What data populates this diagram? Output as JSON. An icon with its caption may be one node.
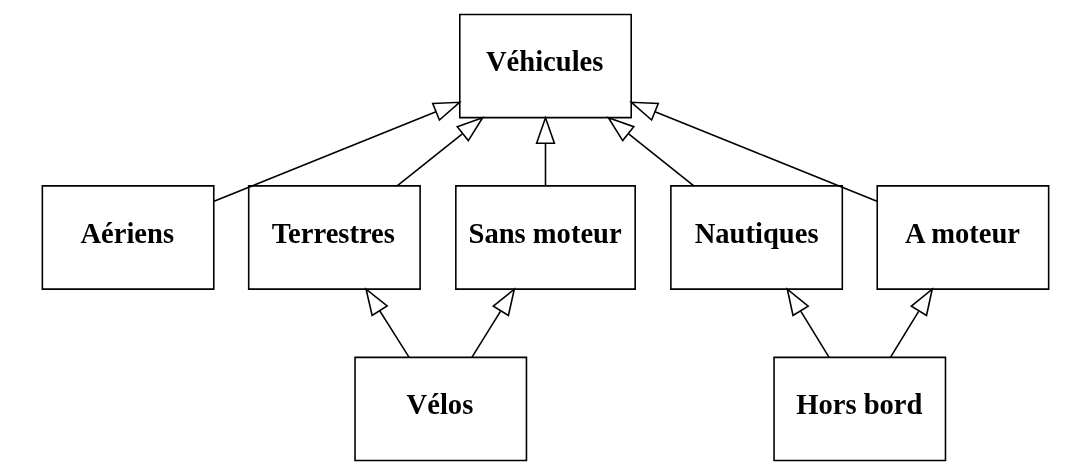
{
  "diagram": {
    "nodes": [
      {
        "text": [
          "Véhicules"
        ]
      },
      {
        "text": [
          "Aériens"
        ]
      },
      {
        "text": [
          "Terrestres"
        ]
      },
      {
        "text": [
          "Nautiques"
        ]
      },
      {
        "text": [
          "A moteur"
        ]
      },
      {
        "text": [
          "Sans moteur"
        ]
      },
      {
        "text": [
          "Vélos"
        ]
      },
      {
        "text": [
          "Hors bord"
        ]
      }
    ],
    "edges": [
      {
        "from": 1,
        "to": 0,
        "arrow": "to"
      },
      {
        "from": 2,
        "to": 0,
        "arrow": "to"
      },
      {
        "from": 3,
        "to": 0,
        "arrow": "to"
      },
      {
        "from": 4,
        "to": 0,
        "arrow": "to"
      },
      {
        "from": 5,
        "to": 0,
        "arrow": "to"
      },
      {
        "from": 6,
        "to": 2,
        "arrow": "to"
      },
      {
        "from": 6,
        "to": 5,
        "arrow": "to"
      },
      {
        "from": 7,
        "to": 3,
        "arrow": "to"
      },
      {
        "from": 7,
        "to": 4,
        "arrow": "to"
      }
    ]
  }
}
